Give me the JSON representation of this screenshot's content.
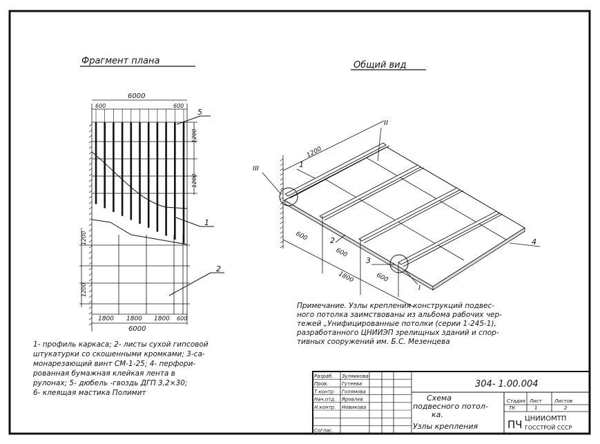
{
  "plan": {
    "title": "Фрагмент плана",
    "dim_top_total": "6000",
    "dim_top_left": "600",
    "dim_top_right": "600",
    "dim_right_top": "1200",
    "dim_right_bottom": "1200",
    "dim_left_top": "1200",
    "dim_left_bottom": "1200",
    "dim_bottom": [
      "1800",
      "1800",
      "1800",
      "600"
    ],
    "dim_bottom_total": "6000",
    "callouts": [
      "5",
      "1",
      "2"
    ]
  },
  "view": {
    "title": "Общий вид",
    "dim_1200": "1200",
    "dim_600a": "600",
    "dim_600b": "600",
    "dim_600c": "600",
    "dim_1800": "1800",
    "callouts": [
      "1",
      "2",
      "3",
      "4"
    ],
    "nodes": [
      "I",
      "II",
      "III"
    ]
  },
  "note": [
    "Примечание. Узлы крепления конструкций подвес-",
    "ного потолка заимствованы из альбома рабочих чер-",
    "тежей „Унифицированные потолки (серии 1-245-1),",
    "разработанного ЦНИИЭП зрелищных зданий и спор-",
    "тивных сооружений им. Б.С. Мезенцева"
  ],
  "legend": [
    "1- профиль каркаса; 2- листы сухой гипсовой",
    "штукатурки со скошенными кромками; 3-са-",
    "монарезающий винт СМ-1-25; 4- перфори-",
    "рованная бумажная клейкая лента в",
    "рулонах; 5- дюбель -гвоздь ДГП 3,2×30;",
    "6- клеящая мастика   Полимит"
  ],
  "titleblock": {
    "roles": [
      "Разраб.",
      "Пров.",
      "Т.контр.",
      "Нач.отд.",
      "Н.контр.",
      "",
      "",
      "Соглас."
    ],
    "names": [
      "Зуляикова",
      "Гутеева",
      "Голямова",
      "Яровлев",
      "Новикова",
      "",
      "",
      ""
    ],
    "code": "304- 1.00.004",
    "name_lines": [
      "Схема",
      "подвесного потол-",
      "ка."
    ],
    "subtitle": "Узлы крепления",
    "col_headers": [
      "Стадия",
      "Лист",
      "Листов"
    ],
    "col_values": [
      "ТК",
      "1",
      "2"
    ],
    "org_prefix": "ПЧ",
    "org_lines": [
      "ЦНИИОМТП",
      "ГОССТРОЙ СССР"
    ]
  }
}
